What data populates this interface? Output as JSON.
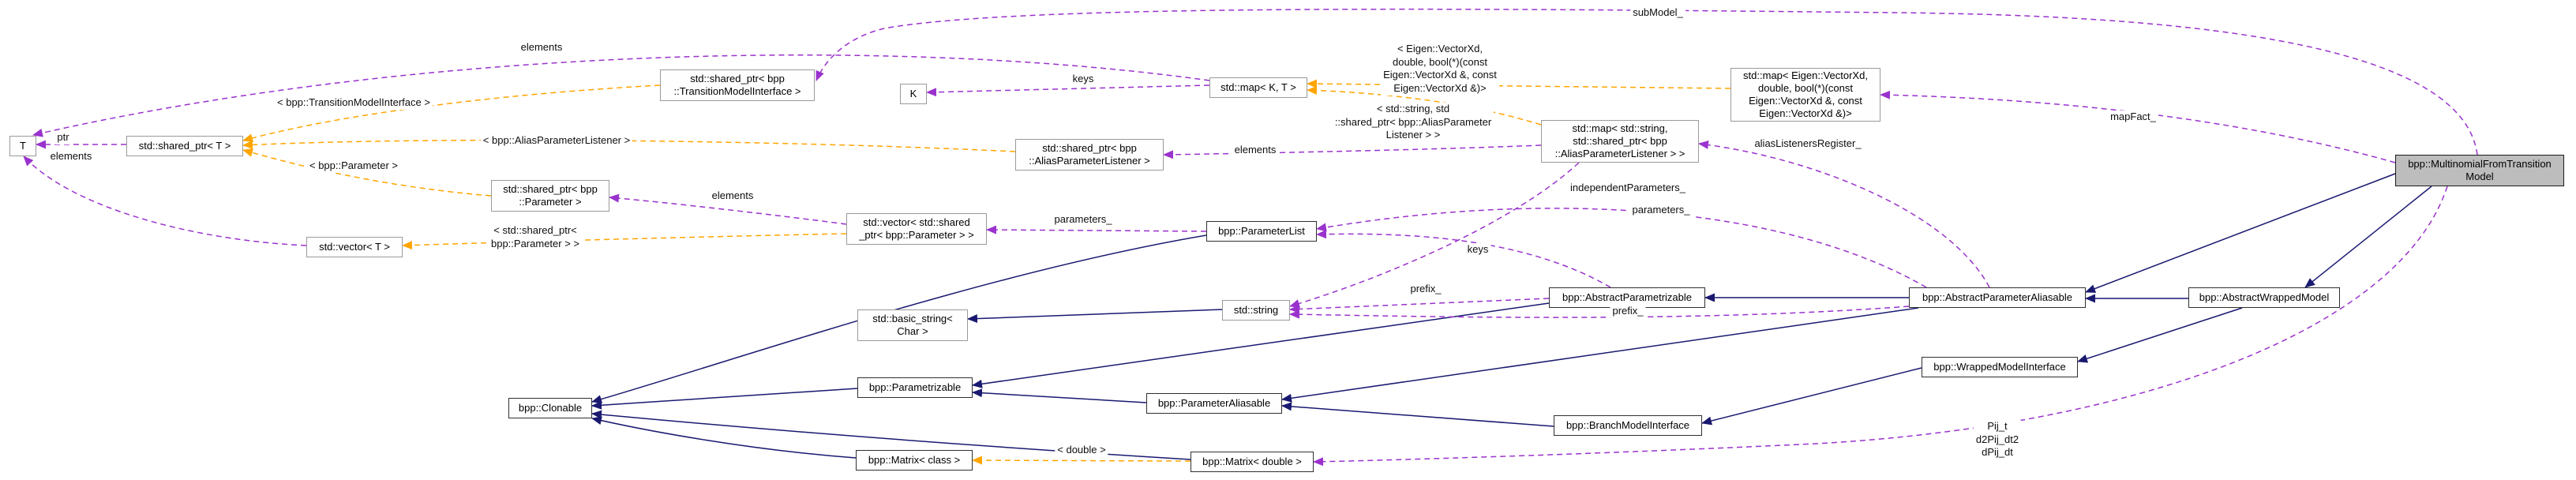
{
  "diagram": {
    "kind": "collaboration-graph",
    "colors": {
      "inheritance_edge": "#191970",
      "usage_edge": "#9a32cd",
      "template_edge": "#ffa500",
      "current_node_fill": "#bdbdbd",
      "node_fill": "#fefefe"
    },
    "nodes": {
      "t": "T",
      "shared_ptr_t": "std::shared_ptr< T >",
      "vector_t": "std::vector< T >",
      "shared_ptr_tmi": "std::shared_ptr< bpp\n::TransitionModelInterface >",
      "shared_ptr_parameter": "std::shared_ptr< bpp\n::Parameter >",
      "k": "K",
      "map_kt": "std::map< K, T >",
      "shared_ptr_apl": "std::shared_ptr< bpp\n::AliasParameterListener >",
      "map_eigen": "std::map< Eigen::VectorXd,\ndouble, bool(*)(const\nEigen::VectorXd &, const\nEigen::VectorXd &)>",
      "map_string_apl": "std::map< std::string,\nstd::shared_ptr< bpp\n::AliasParameterListener > >",
      "vector_shared_ptr_parameter": "std::vector< std::shared\n_ptr< bpp::Parameter > >",
      "parameter_list": "bpp::ParameterList",
      "basic_string": "std::basic_string<\nChar >",
      "string": "std::string",
      "abstract_parametrizable": "bpp::AbstractParametrizable",
      "abstract_parameter_aliasable": "bpp::AbstractParameterAliasable",
      "abstract_wrapped_model": "bpp::AbstractWrappedModel",
      "wrapped_model_interface": "bpp::WrappedModelInterface",
      "clonable": "bpp::Clonable",
      "parametrizable": "bpp::Parametrizable",
      "parameter_aliasable": "bpp::ParameterAliasable",
      "branch_model_interface": "bpp::BranchModelInterface",
      "matrix_class": "bpp::Matrix< class >",
      "matrix_double": "bpp::Matrix< double >",
      "multinomial": "bpp::MultinomialFromTransition\nModel"
    },
    "edge_labels": {
      "submodel": "subModel_",
      "mapfact": "mapFact_",
      "keys_map": "keys",
      "elements_map": "elements",
      "ptr": "ptr",
      "elements_vector": "elements",
      "elements_listener_map": "elements",
      "alias_listeners_register": "aliasListenersRegister_",
      "independent_parameters": "independentParameters_",
      "parameters_abstract": "parameters_",
      "parameters_list": "parameters_",
      "elements_param_vector": "elements",
      "keys_string": "keys",
      "prefix_parametrizable": "prefix_",
      "prefix_aliasable": "prefix_",
      "pij": "Pij_t\nd2Pij_dt2\ndPij_dt",
      "tmpl_tmi": "< bpp::TransitionModelInterface >",
      "tmpl_apl": "< bpp::AliasParameterListener >",
      "tmpl_parameter": "< bpp::Parameter >",
      "tmpl_vec_param": "< std::shared_ptr<\nbpp::Parameter > >",
      "tmpl_eigen": "< Eigen::VectorXd,\ndouble, bool(*)(const\nEigen::VectorXd &, const\nEigen::VectorXd &)>",
      "tmpl_string_apl": "< std::string, std\n::shared_ptr< bpp::AliasParameter\nListener > >",
      "tmpl_double": "< double >"
    }
  }
}
